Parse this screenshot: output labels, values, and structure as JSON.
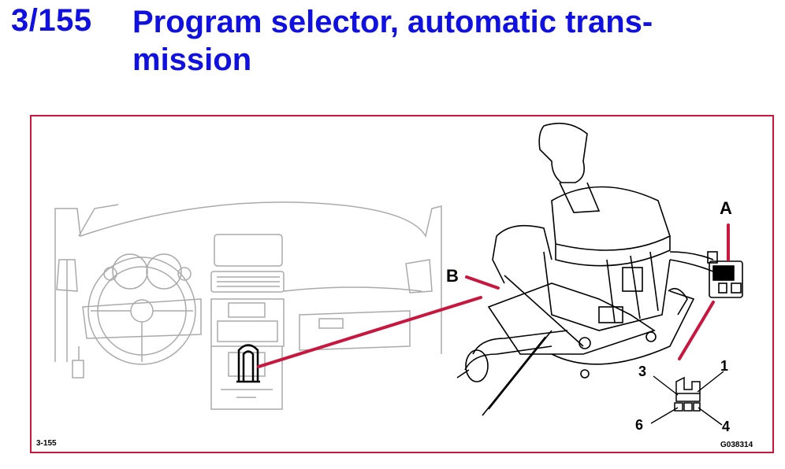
{
  "header": {
    "number": "3/155",
    "title": "Program selector, automatic trans- mission"
  },
  "figure": {
    "ref_left": "3-155",
    "ref_right": "G038314",
    "callouts": {
      "a": "A",
      "b": "B"
    },
    "pins": {
      "p1": "1",
      "p3": "3",
      "p4": "4",
      "p6": "6"
    },
    "colors": {
      "accent": "#c8163f",
      "title": "#1010e0",
      "line": "#000000",
      "faint": "#aaaaaa"
    }
  }
}
